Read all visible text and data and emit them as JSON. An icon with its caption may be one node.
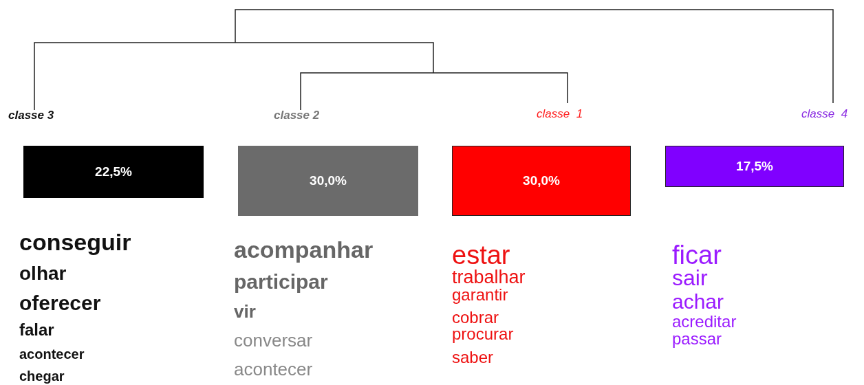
{
  "diagram": {
    "nodes": [
      {
        "text": [
          "22,5%"
        ]
      },
      {
        "text": [
          "30,0%"
        ]
      },
      {
        "text": [
          "30,0%"
        ]
      },
      {
        "text": [
          "17,5%"
        ]
      }
    ],
    "labels": [
      "classe 3",
      "classe 2",
      "classe  1",
      "classe  4",
      "conseguir",
      "olhar",
      "oferecer",
      "falar",
      "acontecer",
      "chegar",
      "acompanhar",
      "participar",
      "vir",
      "conversar",
      "acontecer",
      "estar",
      "trabalhar",
      "garantir",
      "cobrar",
      "procurar",
      "saber",
      "ficar",
      "sair",
      "achar",
      "acreditar",
      "passar"
    ]
  }
}
